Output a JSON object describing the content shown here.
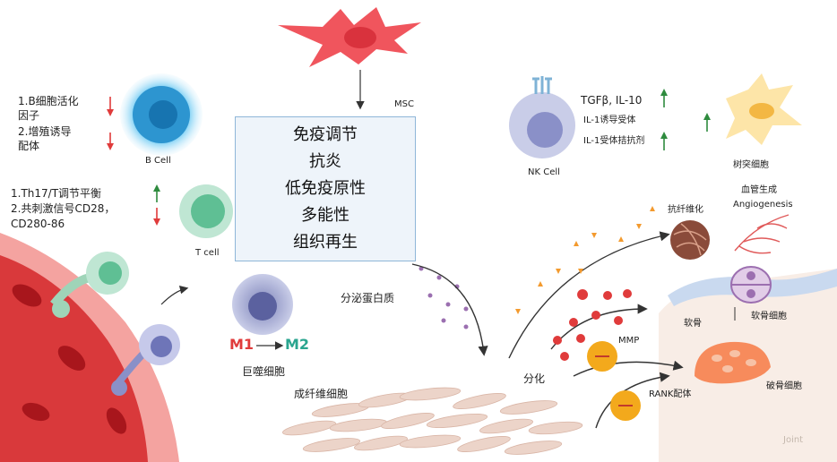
{
  "center_box": {
    "lines": [
      "免疫调节",
      "抗炎",
      "低免疫原性",
      "多能性",
      "组织再生"
    ]
  },
  "cells": {
    "msc": "MSC",
    "b_cell": "B Cell",
    "t_cell": "T cell",
    "nk_cell": "NK Cell",
    "dendritic": "树突细胞",
    "macrophage": "巨噬细胞",
    "fibroblast": "成纤维细胞",
    "cartilage": "软骨",
    "chondrocyte": "软骨细胞",
    "osteoclast": "破骨细胞",
    "joint": "Joint"
  },
  "b_cell_effects": [
    "1.B细胞活化",
    "因子",
    "2.增殖诱导",
    "配体"
  ],
  "t_cell_effects": [
    "1.Th17/T调节平衡",
    "2.共刺激信号CD28，",
    "CD280-86"
  ],
  "nk_effects": {
    "line1": "TGFβ, IL-10",
    "line2": "IL-1诱导受体",
    "line3": "IL-1受体拮抗剂"
  },
  "macrophage_polarization": {
    "from": "M1",
    "to": "M2"
  },
  "labels": {
    "secreted_protein": "分泌蛋白质",
    "differentiation": "分化",
    "antifibrotic": "抗纤维化",
    "angiogenesis_cn": "血管生成",
    "angiogenesis_en": "Angiogenesis",
    "mmp": "MMP",
    "rank_ligand": "RANK配体"
  },
  "colors": {
    "up_arrow": "#2e8b3e",
    "down_arrow": "#e03b3b",
    "msc": "#f0555d",
    "box_fill": "#eef4fa",
    "box_border": "#8fb6d8"
  }
}
